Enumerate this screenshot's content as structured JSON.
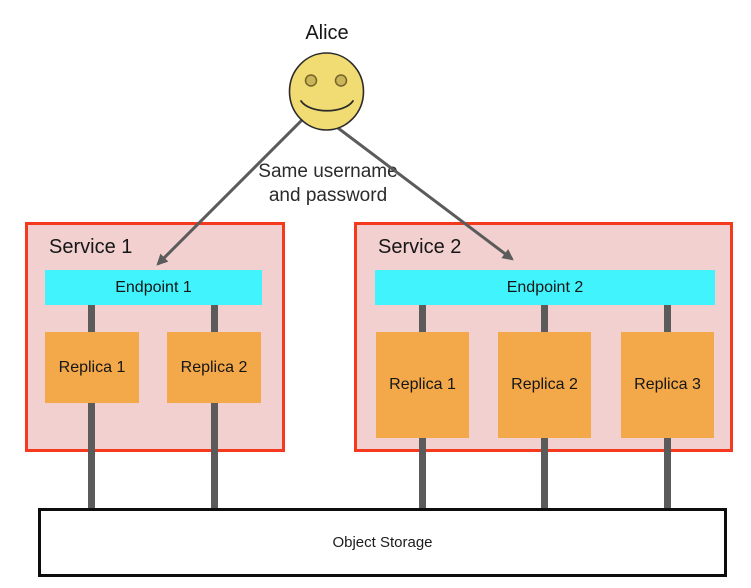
{
  "user": {
    "label": "Alice"
  },
  "note": {
    "text": "Same username and password"
  },
  "services": [
    {
      "name": "Service 1",
      "endpoint": "Endpoint 1",
      "replicas": [
        "Replica 1",
        "Replica 2"
      ]
    },
    {
      "name": "Service 2",
      "endpoint": "Endpoint 2",
      "replicas": [
        "Replica 1",
        "Replica 2",
        "Replica 3"
      ]
    }
  ],
  "storage": {
    "label": "Object Storage"
  },
  "colors": {
    "service_fill": "#f2d0cf",
    "service_border": "#f5391f",
    "endpoint_fill": "#40f3fc",
    "replica_fill": "#f3a84a",
    "connector_gray": "#5b5b5b",
    "face_fill": "#f0dc73",
    "face_eye_fill": "#c9b458",
    "storage_border": "#0d0d0d",
    "text": "#1c1c1c",
    "background": "#ffffff"
  }
}
